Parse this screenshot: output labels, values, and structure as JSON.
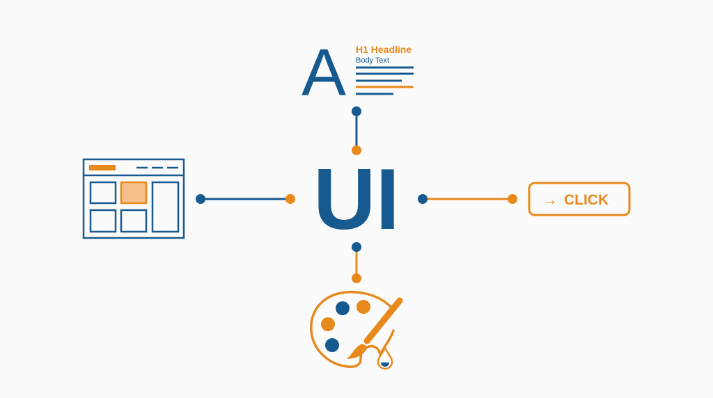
{
  "center": {
    "label": "UI"
  },
  "typography": {
    "glyph": "A",
    "headline": "H1 Headline",
    "body": "Body Text"
  },
  "button": {
    "arrow": "→",
    "label": "CLICK"
  },
  "colors": {
    "blue": "#175a8f",
    "orange": "#e8891c",
    "light_orange": "#f6c08a",
    "background": "#fbfbfb"
  }
}
